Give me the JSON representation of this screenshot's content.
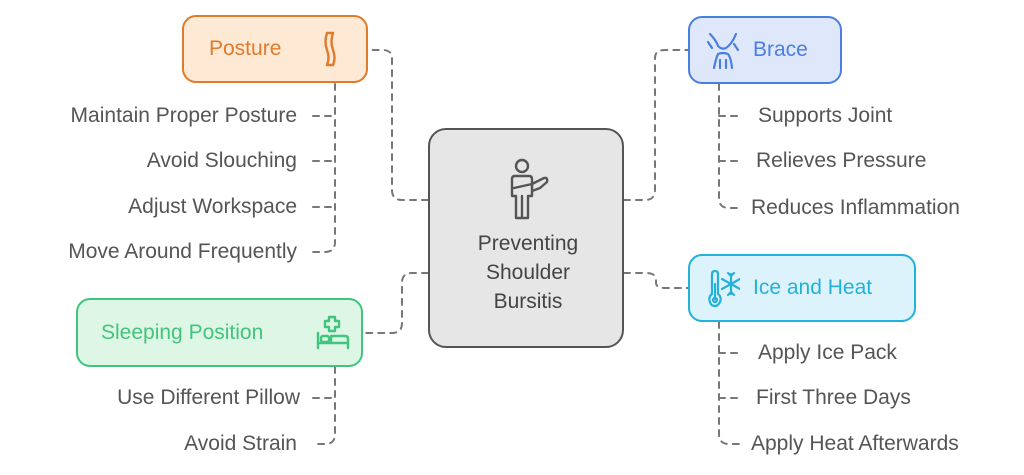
{
  "center": {
    "lines": [
      "Preventing",
      "Shoulder",
      "Bursitis"
    ],
    "icon": "person-arm-sling-icon"
  },
  "categories": {
    "posture": {
      "label": "Posture",
      "icon": "spine-icon",
      "color": "#e07b2c",
      "bg": "#fde9d4",
      "items": [
        "Maintain Proper Posture",
        "Avoid Slouching",
        "Adjust Workspace",
        "Move Around Frequently"
      ]
    },
    "sleeping": {
      "label": "Sleeping Position",
      "icon": "bed-plus-icon",
      "color": "#43c47c",
      "bg": "#ddf6e6",
      "items": [
        "Use Different Pillow",
        "Avoid Strain"
      ]
    },
    "brace": {
      "label": "Brace",
      "icon": "joint-brace-icon",
      "color": "#4a7ee0",
      "bg": "#dfe8fb",
      "items": [
        "Supports Joint",
        "Relieves Pressure",
        "Reduces Inflammation"
      ]
    },
    "ice_heat": {
      "label": "Ice and Heat",
      "icon": "thermometer-snowflake-icon",
      "color": "#23b1dc",
      "bg": "#dcf3fb",
      "items": [
        "Apply Ice Pack",
        "First Three Days",
        "Apply Heat Afterwards"
      ]
    }
  },
  "colors": {
    "connector": "#777777",
    "center_border": "#555555",
    "center_bg": "#e6e6e6"
  }
}
